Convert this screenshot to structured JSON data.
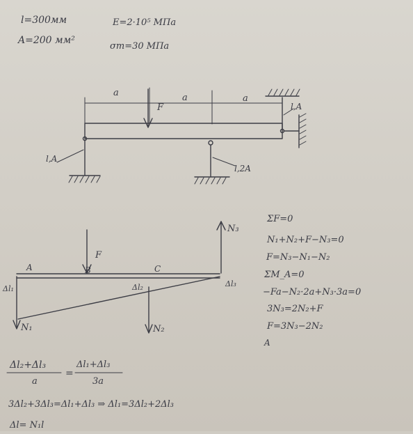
{
  "given": {
    "length": "l=300мм",
    "area": "A=200 мм²",
    "modulus": "E=2·10⁵ МПа",
    "yield": "σт=30 МПа"
  },
  "scheme": {
    "span_a1": "a",
    "span_a2": "a",
    "span_a3": "a",
    "force": "F",
    "rod_left": "l,A",
    "rod_middle": "l,2A",
    "rod_right": "l,A"
  },
  "deformation": {
    "force": "F",
    "point_a": "A",
    "point_b": "B",
    "point_c": "C",
    "n1": "N₁",
    "n2": "N₂",
    "n3": "N₃",
    "dl1": "Δl₁",
    "dl2": "Δl₂",
    "dl3": "Δl₃"
  },
  "equations": {
    "eq1": "ΣF=0",
    "eq2": "N₁+N₂+F−N₃=0",
    "eq3": "F=N₃−N₁−N₂",
    "eq4": "ΣM_A=0",
    "eq5": "−Fa−N₂·2a+N₃·3a=0",
    "eq6": "3N₃=2N₂+F",
    "eq7": "F=3N₃−2N₂",
    "eq8": "A"
  },
  "compat": {
    "left_num": "Δl₂+Δl₃",
    "left_den": "a",
    "equals": "=",
    "right_num": "Δl₁+Δl₃",
    "right_den": "3a",
    "line2": "3Δl₂+3Δl₃=Δl₁+Δl₃ ⇒ Δl₁=3Δl₂+2Δl₃",
    "line3": "Δl= N₁l"
  }
}
